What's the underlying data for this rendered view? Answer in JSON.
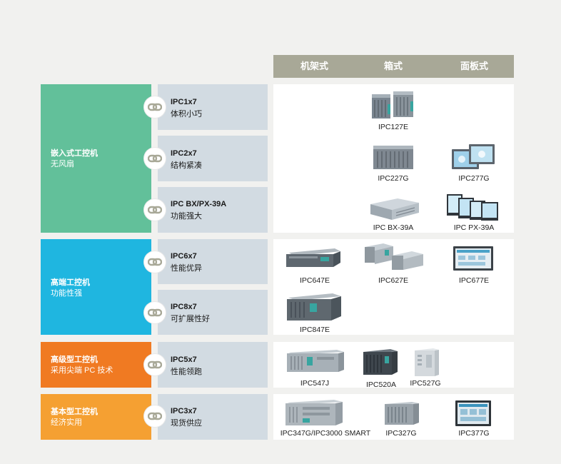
{
  "header": {
    "col1": "机架式",
    "col2": "箱式",
    "col3": "面板式"
  },
  "categories": [
    {
      "line1": "嵌入式工控机",
      "line2": "无风扇",
      "color": "#62c09a"
    },
    {
      "line1": "高端工控机",
      "line2": "功能性强",
      "color": "#1fb6e0"
    },
    {
      "line1": "高级型工控机",
      "line2": "采用尖端 PC 技术",
      "color": "#f07a22"
    },
    {
      "line1": "基本型工控机",
      "line2": "经济实用",
      "color": "#f5a032"
    }
  ],
  "series": [
    {
      "name": "IPC1x7",
      "desc": "体积小巧"
    },
    {
      "name": "IPC2x7",
      "desc": "结构紧凑"
    },
    {
      "name": "IPC BX/PX-39A",
      "desc": "功能强大"
    },
    {
      "name": "IPC6x7",
      "desc": "性能优异"
    },
    {
      "name": "IPC8x7",
      "desc": "可扩展性好"
    },
    {
      "name": "IPC5x7",
      "desc": "性能领跑"
    },
    {
      "name": "IPC3x7",
      "desc": "现货供应"
    }
  ],
  "products": {
    "ipc127e": "IPC127E",
    "ipc227g": "IPC227G",
    "ipc277g": "IPC277G",
    "ipcbx39a": "IPC BX-39A",
    "ipcpx39a": "IPC PX-39A",
    "ipc647e": "IPC647E",
    "ipc627e": "IPC627E",
    "ipc677e": "IPC677E",
    "ipc847e": "IPC847E",
    "ipc547j": "IPC547J",
    "ipc520a": "IPC520A",
    "ipc527g": "IPC527G",
    "ipc347g": "IPC347G/IPC3000 SMART",
    "ipc327g": "IPC327G",
    "ipc377g": "IPC377G"
  },
  "icons": {
    "link": "chain-link-icon"
  }
}
